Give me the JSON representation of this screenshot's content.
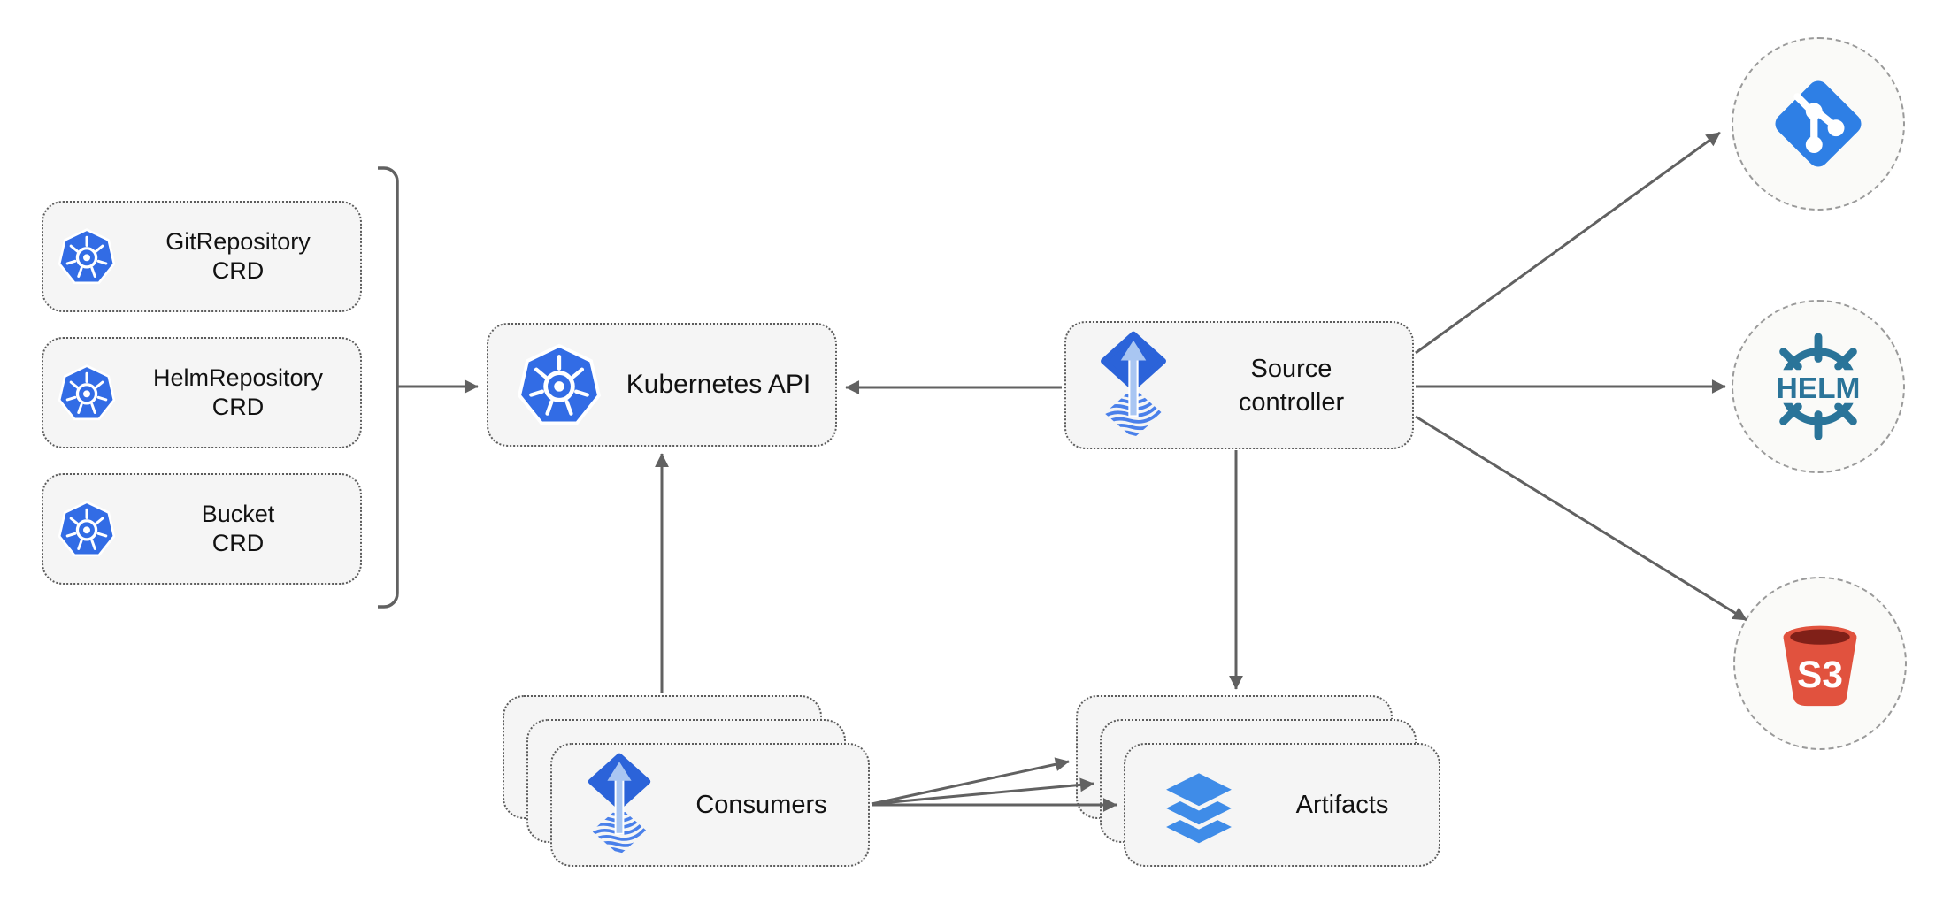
{
  "nodes": {
    "crd_boxes": [
      {
        "line1": "GitRepository",
        "line2": "CRD"
      },
      {
        "line1": "HelmRepository",
        "line2": "CRD"
      },
      {
        "line1": "Bucket",
        "line2": "CRD"
      }
    ],
    "kubernetes_api": {
      "label": "Kubernetes API"
    },
    "source_controller": {
      "line1": "Source",
      "line2": "controller"
    },
    "consumers": {
      "label": "Consumers"
    },
    "artifacts": {
      "label": "Artifacts"
    },
    "external": {
      "helm_label": "HELM",
      "s3_label": "S3"
    }
  },
  "colors": {
    "kubernetes_blue": "#326CE5",
    "flux_blue": "#2B63D9",
    "flux_light_blue": "#A9C6F2",
    "git_blue": "#2E7FE5",
    "helm_teal": "#2A7499",
    "s3_red": "#E1523E",
    "s3_dark_red": "#802018",
    "layers_blue": "#3F8CE8",
    "arrow_gray": "#616161",
    "node_fill": "#F5F5F5"
  }
}
